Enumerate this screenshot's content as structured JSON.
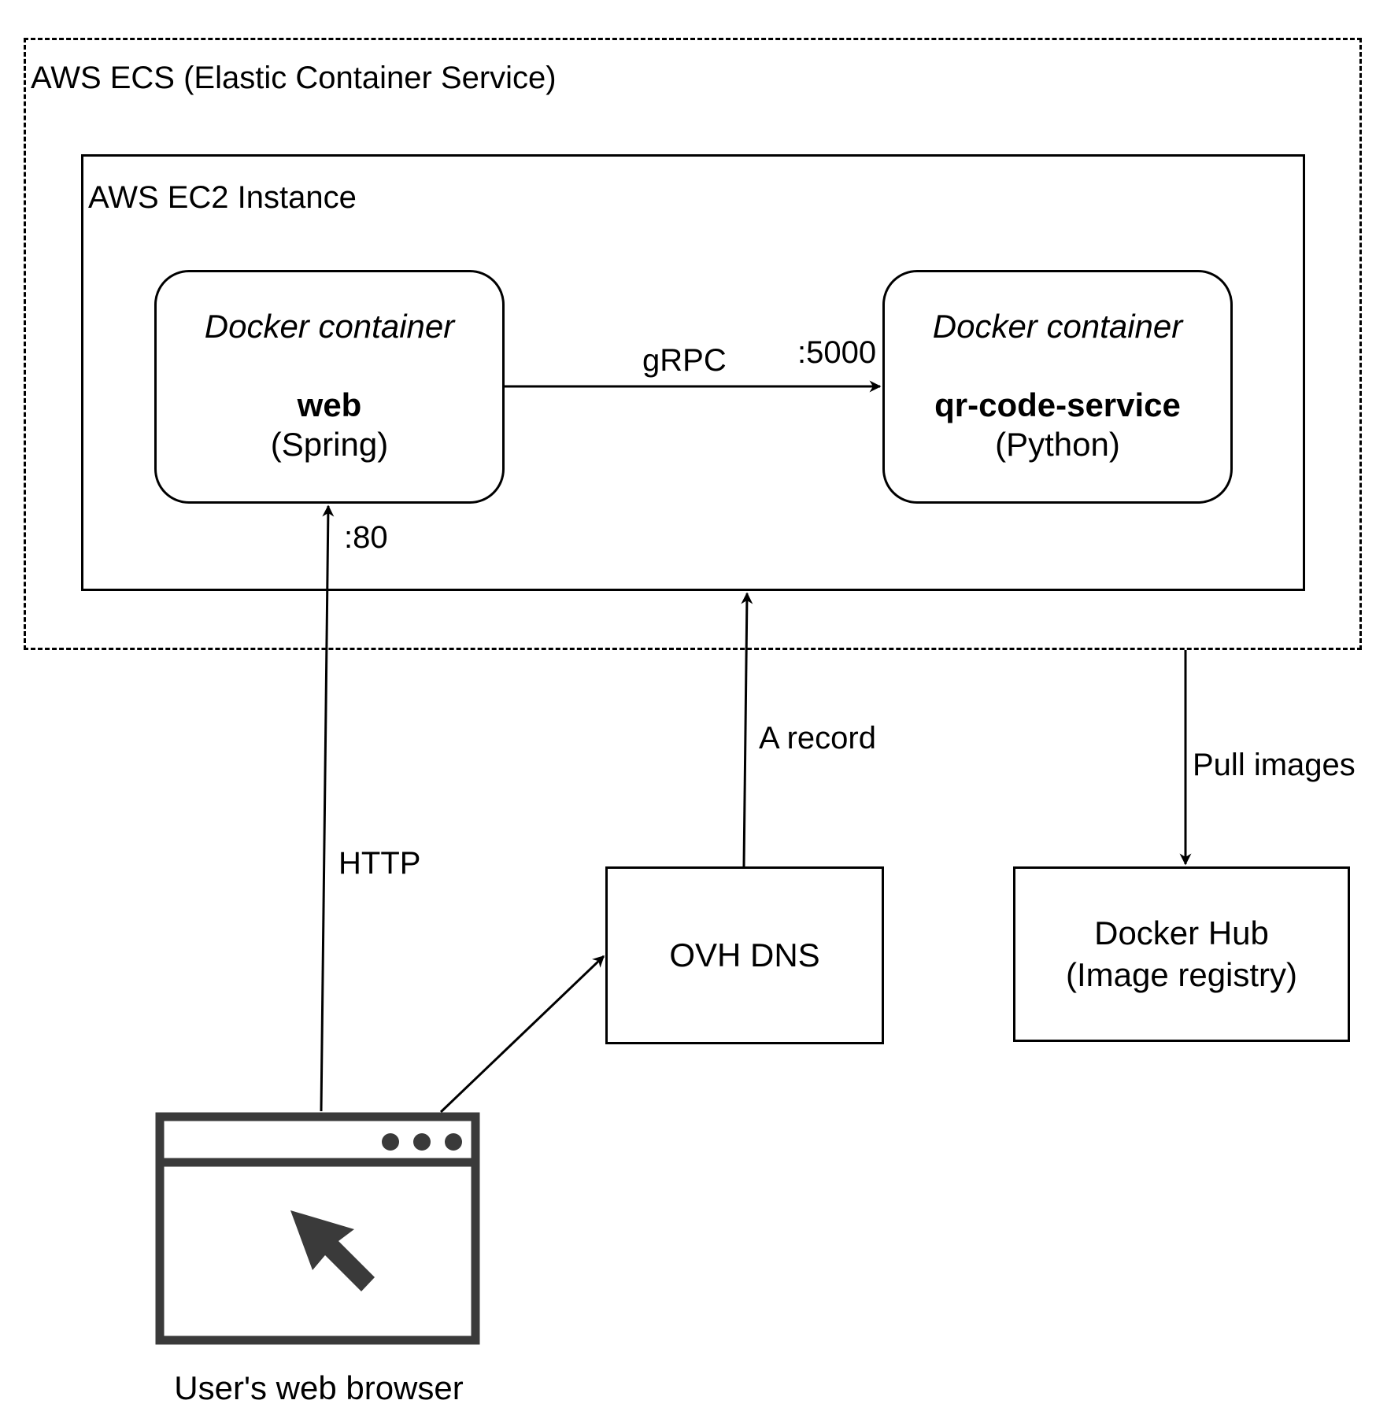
{
  "ecs": {
    "title": "AWS ECS (Elastic Container Service)"
  },
  "ec2": {
    "title": "AWS EC2 Instance"
  },
  "web_container": {
    "type": "Docker container",
    "name": "web",
    "tech": "(Spring)"
  },
  "qr_container": {
    "type": "Docker container",
    "name": "qr-code-service",
    "tech": "(Python)"
  },
  "dns": {
    "label": "OVH DNS"
  },
  "docker_hub": {
    "line1": "Docker Hub",
    "line2": "(Image registry)"
  },
  "browser": {
    "caption": "User's web browser",
    "icon": "browser-window-cursor-icon"
  },
  "edges": {
    "grpc": {
      "label": "gRPC",
      "port": ":5000"
    },
    "http": {
      "label": "HTTP",
      "port": ":80"
    },
    "a_record": {
      "label": "A record"
    },
    "pull_images": {
      "label": "Pull images"
    }
  }
}
